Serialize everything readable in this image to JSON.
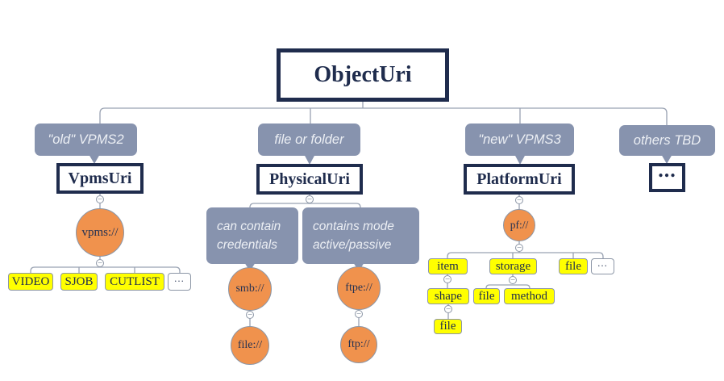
{
  "colors": {
    "navy": "#1F2C4D",
    "callout_gray": "#8793AE",
    "orange": "#F0924D",
    "yellow": "#FFFF00",
    "line_gray": "#99A2B2"
  },
  "icons": {
    "collapse_glyph": "−"
  },
  "root_label": "ObjectUri",
  "branches": {
    "vpms2": {
      "callout": "\"old\" VPMS2",
      "node": "VpmsUri",
      "scheme": "vpms://",
      "children": [
        "VIDEO",
        "SJOB",
        "CUTLIST",
        "..."
      ]
    },
    "physical": {
      "callout": "file or folder",
      "node": "PhysicalUri",
      "notes": [
        {
          "line1": "can contain",
          "line2": "credentials"
        },
        {
          "line1": "contains mode",
          "line2": "active/passive"
        }
      ],
      "schemes": [
        {
          "parent": "smb://",
          "child": "file://"
        },
        {
          "parent": "ftpe://",
          "child": "ftp://"
        }
      ]
    },
    "vpms3": {
      "callout": "\"new\" VPMS3",
      "node": "PlatformUri",
      "scheme": "pf://",
      "level1": [
        "item",
        "storage",
        "file",
        "..."
      ],
      "item_child": "shape",
      "storage_children": [
        "file",
        "method"
      ],
      "shape_child": "file"
    },
    "others": {
      "callout": "others TBD",
      "node": "..."
    }
  }
}
